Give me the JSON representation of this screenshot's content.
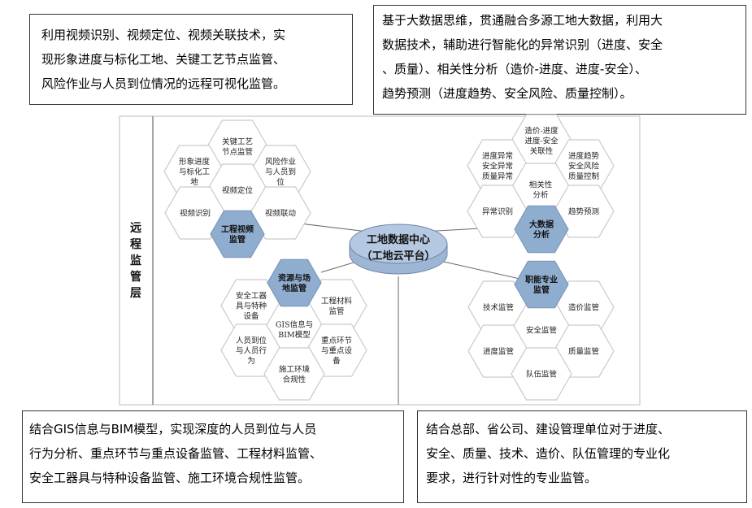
{
  "boxes": {
    "top_left": "利用视频识别、视频定位、视频关联技术，实\n现形象进度与标化工地、关键工艺节点监管、\n风险作业与人员到位情况的远程可视化监管。",
    "top_right": "基于大数据思维，贯通融合多源工地大数据，利用大\n数据技术，辅助进行智能化的异常识别（进度、安全\n、质量）、相关性分析（造价-进度、进度-安全）、\n趋势预测（进度趋势、安全风险、质量控制）。",
    "bottom_left": "结合GIS信息与BIM模型，实现深度的人员到位与人员\n行为分析、重点环节与重点设备监管、工程材料监管、\n安全工器具与特种设备监管、施工环境合规性监管。",
    "bottom_right": "结合总部、省公司、建设管理单位对于进度、\n安全、质量、技术、造价、队伍管理的专业化\n要求，进行针对性的专业监管。"
  },
  "side_label": [
    "远",
    "程",
    "监",
    "管",
    "层"
  ],
  "center": {
    "line1": "工地数据中心",
    "line2": "（工地云平台）"
  },
  "clusters": [
    {
      "id": "video",
      "hub": [
        "工程视频",
        "监管"
      ],
      "hexes": [
        [
          "关键工艺",
          "节点监管"
        ],
        [
          "形象进度",
          "与标化工",
          "地"
        ],
        [
          "风险作业",
          "与人员到",
          "位"
        ],
        [
          "视频定位"
        ],
        [
          "视频识别"
        ],
        [
          "视频联动"
        ]
      ]
    },
    {
      "id": "bigdata",
      "hub": [
        "大数据",
        "分析"
      ],
      "hexes": [
        [
          "造价-进度",
          "进度-安全",
          "关联性"
        ],
        [
          "进度异常",
          "安全异常",
          "质量异常"
        ],
        [
          "进度趋势",
          "安全风险",
          "质量控制"
        ],
        [
          "相关性",
          "分析"
        ],
        [
          "异常识别"
        ],
        [
          "趋势预测"
        ]
      ]
    },
    {
      "id": "resource",
      "hub": [
        "资源与场",
        "地监管"
      ],
      "hexes": [
        [
          "工程材料",
          "监管"
        ],
        [
          "安全工器",
          "具与特种",
          "设备"
        ],
        [
          "GIS信息与",
          "BIM模型"
        ],
        [
          "人员到位",
          "与人员行",
          "为"
        ],
        [
          "重点环节",
          "与重点设",
          "备"
        ],
        [
          "施工环境",
          "合规性"
        ]
      ]
    },
    {
      "id": "professional",
      "hub": [
        "职能专业",
        "监管"
      ],
      "hexes": [
        [
          "技术监管"
        ],
        [
          "造价监管"
        ],
        [
          "安全监管"
        ],
        [
          "进度监管"
        ],
        [
          "质量监管"
        ],
        [
          "队伍监管"
        ]
      ]
    }
  ],
  "colors": {
    "hex_fill": "#ffffff",
    "hex_stroke": "#c9c9c9",
    "hub_fill": "#8fadcf",
    "center_fill": "#b4c8e1",
    "line": "#6a6a6a"
  }
}
